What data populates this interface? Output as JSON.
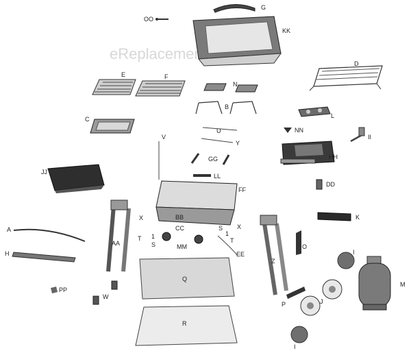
{
  "watermark": "eReplacementParts.com",
  "labels": {
    "oo": "OO",
    "g": "G",
    "kk": "KK",
    "d": "D",
    "e": "E",
    "f": "F",
    "n": "N",
    "b": "B",
    "l": "L",
    "c": "C",
    "nn": "NN",
    "u": "U",
    "y": "Y",
    "ii": "II",
    "v": "V",
    "gg": "GG",
    "hh": "HH",
    "jj": "JJ",
    "ll": "LL",
    "ff": "FF",
    "dd": "DD",
    "x_left": "X",
    "x_right": "X",
    "aa": "AA",
    "bb": "BB",
    "cc": "CC",
    "k": "K",
    "a": "A",
    "t_left": "T",
    "one_left": "1",
    "s_left": "S",
    "mm": "MM",
    "s_right": "S",
    "one_right": "1",
    "t_right": "T",
    "o": "O",
    "ee": "EE",
    "h": "H",
    "z": "Z",
    "i_top": "I",
    "m": "M",
    "q": "Q",
    "pp": "PP",
    "w": "W",
    "j": "J",
    "p": "P",
    "r": "R",
    "i_bottom": "I"
  }
}
